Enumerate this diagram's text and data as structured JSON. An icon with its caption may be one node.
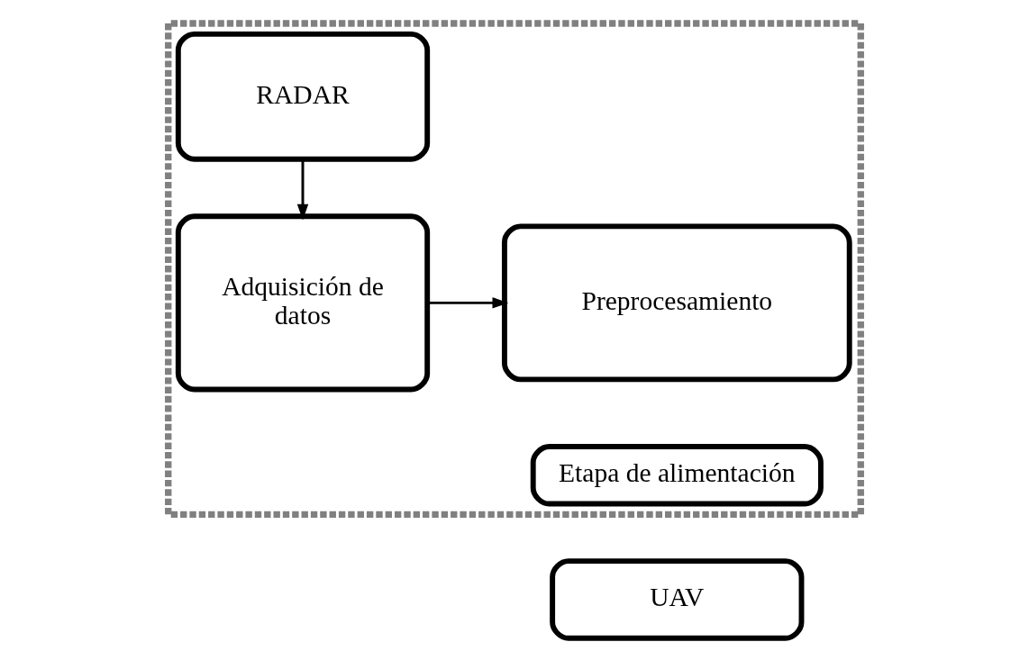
{
  "diagram": {
    "nodes": [
      {
        "text": [],
        "shape": "box"
      },
      {
        "text": [
          "RADAR"
        ],
        "in": 0
      },
      {
        "text": [
          "Adquisición de datos"
        ],
        "in": 0
      },
      {
        "text": [
          "Preprocesamiento"
        ],
        "in": 0
      },
      {
        "text": [
          "Etapa de alimentación"
        ],
        "in": 0
      },
      {
        "text": [
          "UAV"
        ]
      }
    ],
    "edges": [
      {
        "from": 1,
        "to": 2,
        "arrow": "to"
      },
      {
        "from": 2,
        "to": 3,
        "arrow": "to"
      }
    ]
  }
}
